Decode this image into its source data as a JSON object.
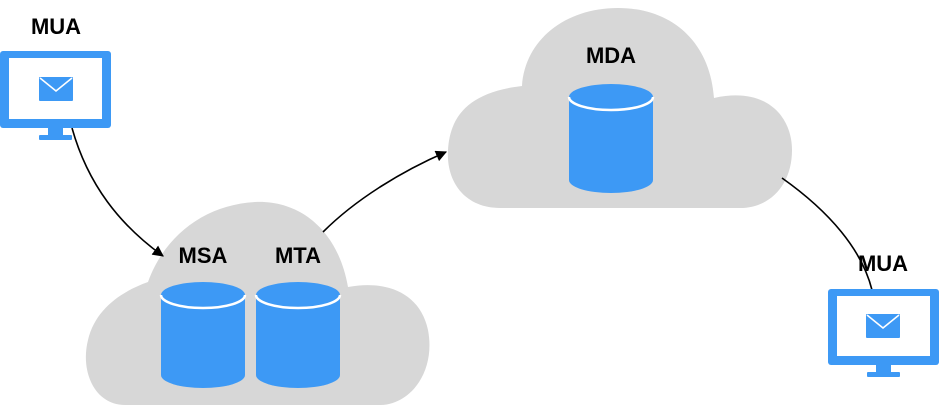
{
  "labels": {
    "mua_sender": "MUA",
    "msa": "MSA",
    "mta": "MTA",
    "mda": "MDA",
    "mua_recipient": "MUA"
  },
  "colors": {
    "cloud": "#d7d7d7",
    "device": "#3d99f5",
    "device_screen": "#ffffff",
    "connector": "#000000"
  },
  "icons": {
    "computer": "desktop-monitor-icon",
    "envelope": "mail-envelope-icon",
    "database": "database-cylinder-icon"
  }
}
